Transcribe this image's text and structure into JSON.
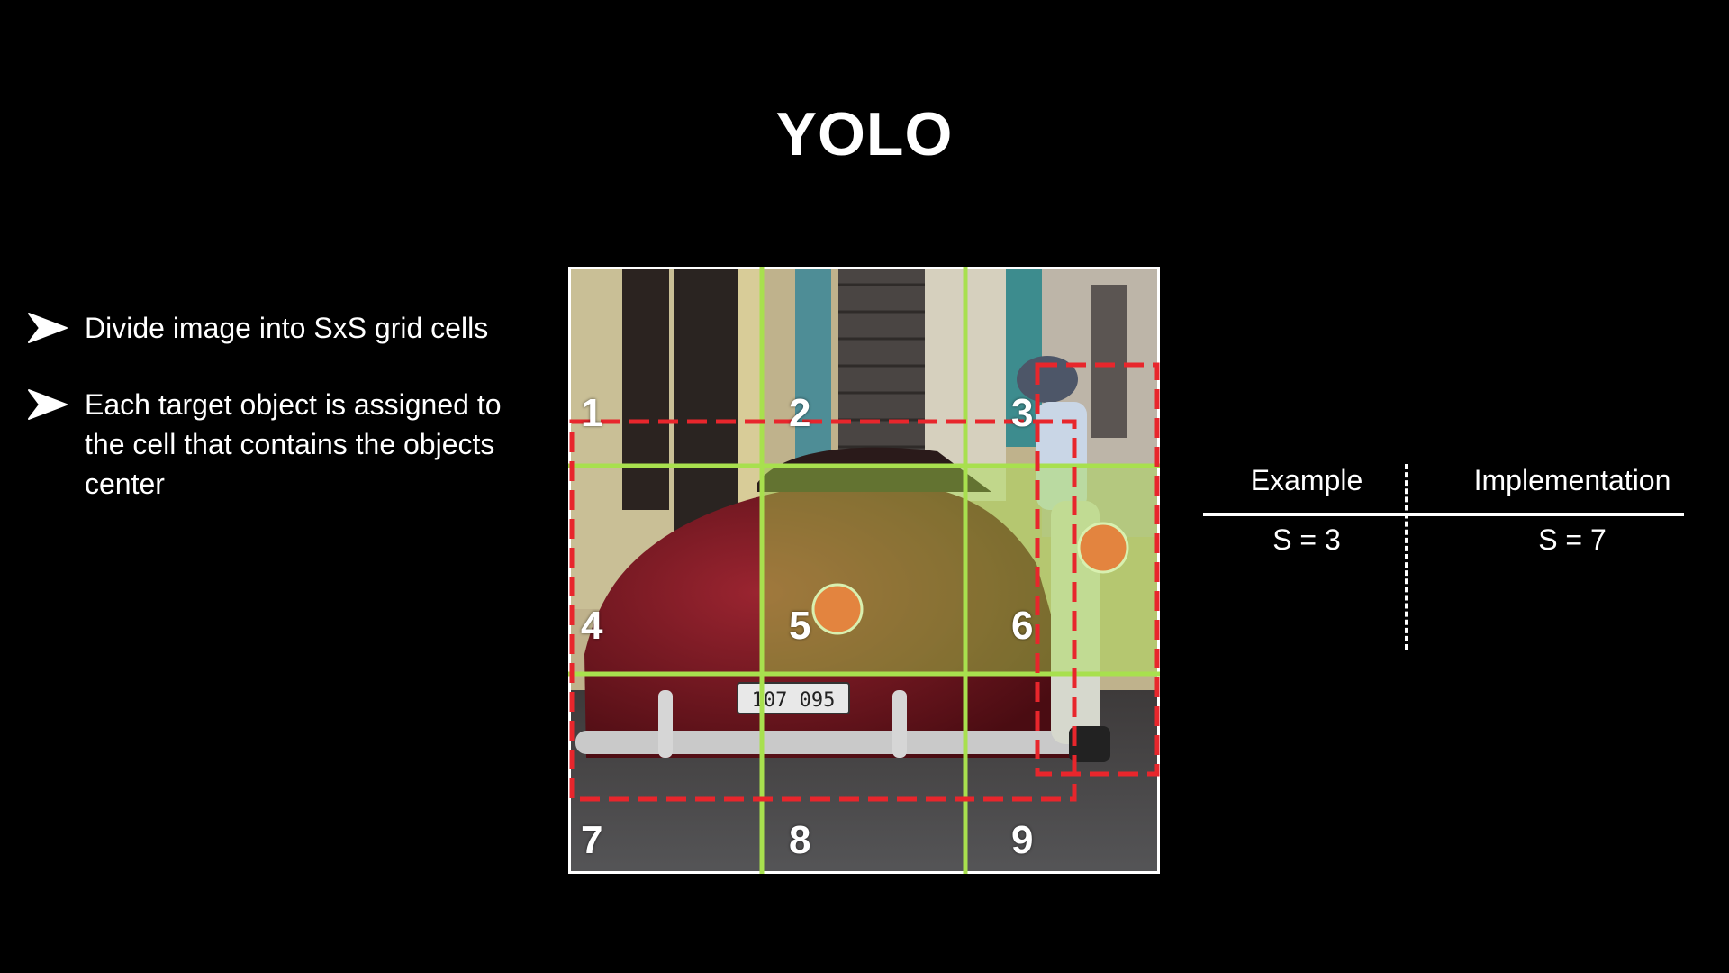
{
  "title": "YOLO",
  "bullets": [
    "Divide image into SxS grid cells",
    "Each target object is assigned to the cell that contains the objects center"
  ],
  "grid": {
    "cell_labels": [
      "1",
      "2",
      "3",
      "4",
      "5",
      "6",
      "7",
      "8",
      "9"
    ],
    "grid_color": "#a8e04e",
    "box_color": "#e8262c",
    "center_color": "#e3843f"
  },
  "table": {
    "headers": [
      "Example",
      "Implementation"
    ],
    "values": [
      "S = 3",
      "S = 7"
    ]
  }
}
